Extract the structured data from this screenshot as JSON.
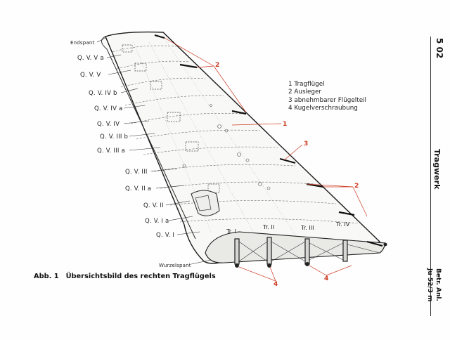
{
  "page": {
    "number": "5 02",
    "section": "Tragwerk",
    "reference_line1": "Betr. Anl.",
    "reference_line2": "Ju 52/3 m"
  },
  "figure": {
    "caption_id": "Abb. 1",
    "caption_text": "Übersichtsbild des rechten Tragflügels"
  },
  "labels_left": [
    {
      "key": "endspant",
      "text": "Endspant"
    },
    {
      "key": "qv5a",
      "text": "Q. V. V a"
    },
    {
      "key": "qv5",
      "text": "Q. V. V"
    },
    {
      "key": "qv4b",
      "text": "Q. V. IV b"
    },
    {
      "key": "qv4a",
      "text": "Q. V. IV a"
    },
    {
      "key": "qv4",
      "text": "Q. V. IV"
    },
    {
      "key": "qv3b",
      "text": "Q. V. III b"
    },
    {
      "key": "qv3a",
      "text": "Q. V. III a"
    },
    {
      "key": "qv3",
      "text": "Q. V. III"
    },
    {
      "key": "qv2a",
      "text": "Q. V. II a"
    },
    {
      "key": "qv2",
      "text": "Q. V. II"
    },
    {
      "key": "qv1a",
      "text": "Q. V. I a"
    },
    {
      "key": "qv1",
      "text": "Q. V. I"
    },
    {
      "key": "wurzelspant",
      "text": "Wurzelspant"
    }
  ],
  "legend": [
    "1 Tragflügel",
    "2 Ausleger",
    "3 abnehmbarer Flügelteil",
    "4 Kugelverschraubung"
  ],
  "spar_labels": [
    "Tr. I",
    "Tr. II",
    "Tr. III",
    "Tr. IV"
  ],
  "callouts": {
    "n1": "1",
    "n2a": "2",
    "n2b": "2",
    "n3": "3",
    "n4a": "4",
    "n4b": "4"
  },
  "colors": {
    "ink": "#1c1c1c",
    "callout": "#cc3a20",
    "wing_fill": "#f7f7f5"
  }
}
